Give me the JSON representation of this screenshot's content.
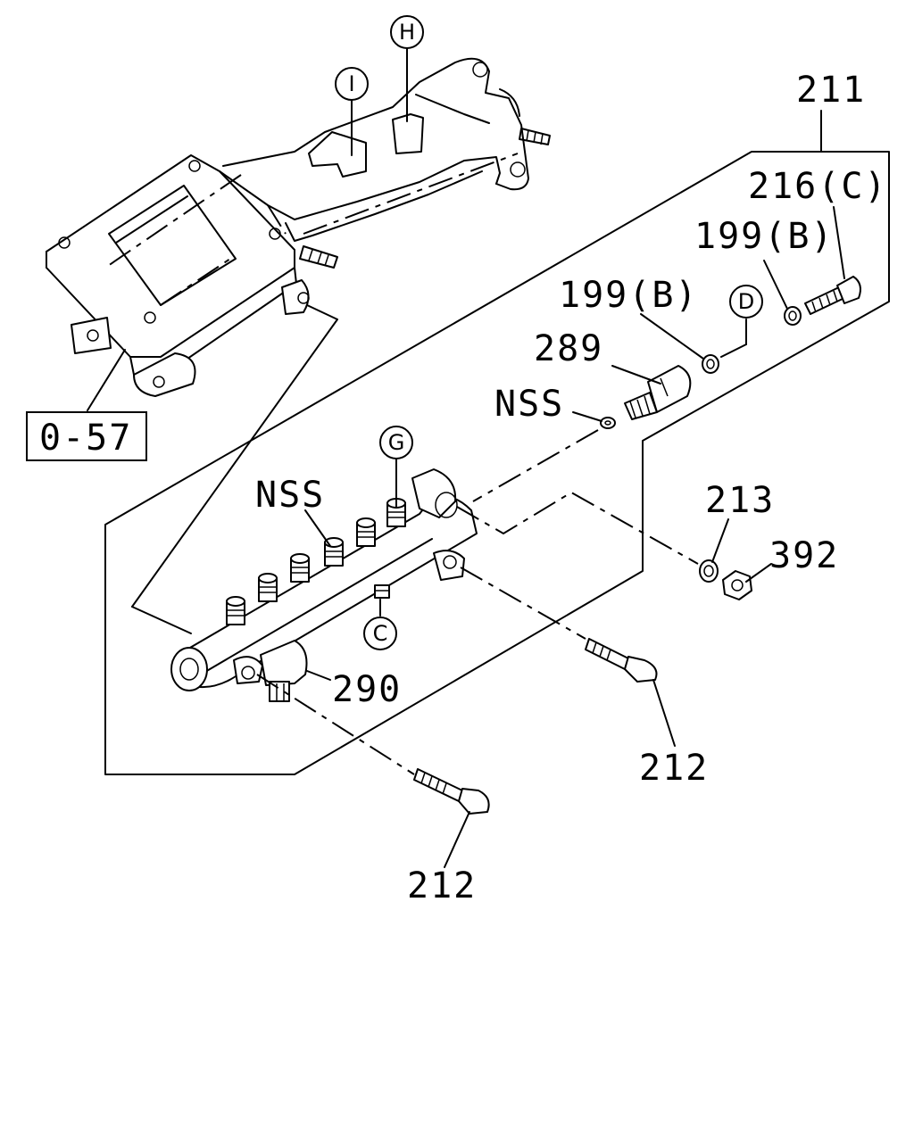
{
  "labels": {
    "group_211": "211",
    "bolt_216c": "216(C)",
    "washer_199b_upper": "199(B)",
    "washer_199b_lower": "199(B)",
    "sensor_289": "289",
    "nss_gasket": "NSS",
    "nss_nozzles": "NSS",
    "washer_213": "213",
    "nut_392": "392",
    "sensor_290": "290",
    "bolt_212_right": "212",
    "bolt_212_bottom": "212",
    "ref_box": "0-57"
  },
  "callouts": {
    "I": "I",
    "H": "H",
    "D": "D",
    "G": "G",
    "C": "C"
  },
  "colors": {
    "line": "#000000",
    "background": "#ffffff"
  }
}
